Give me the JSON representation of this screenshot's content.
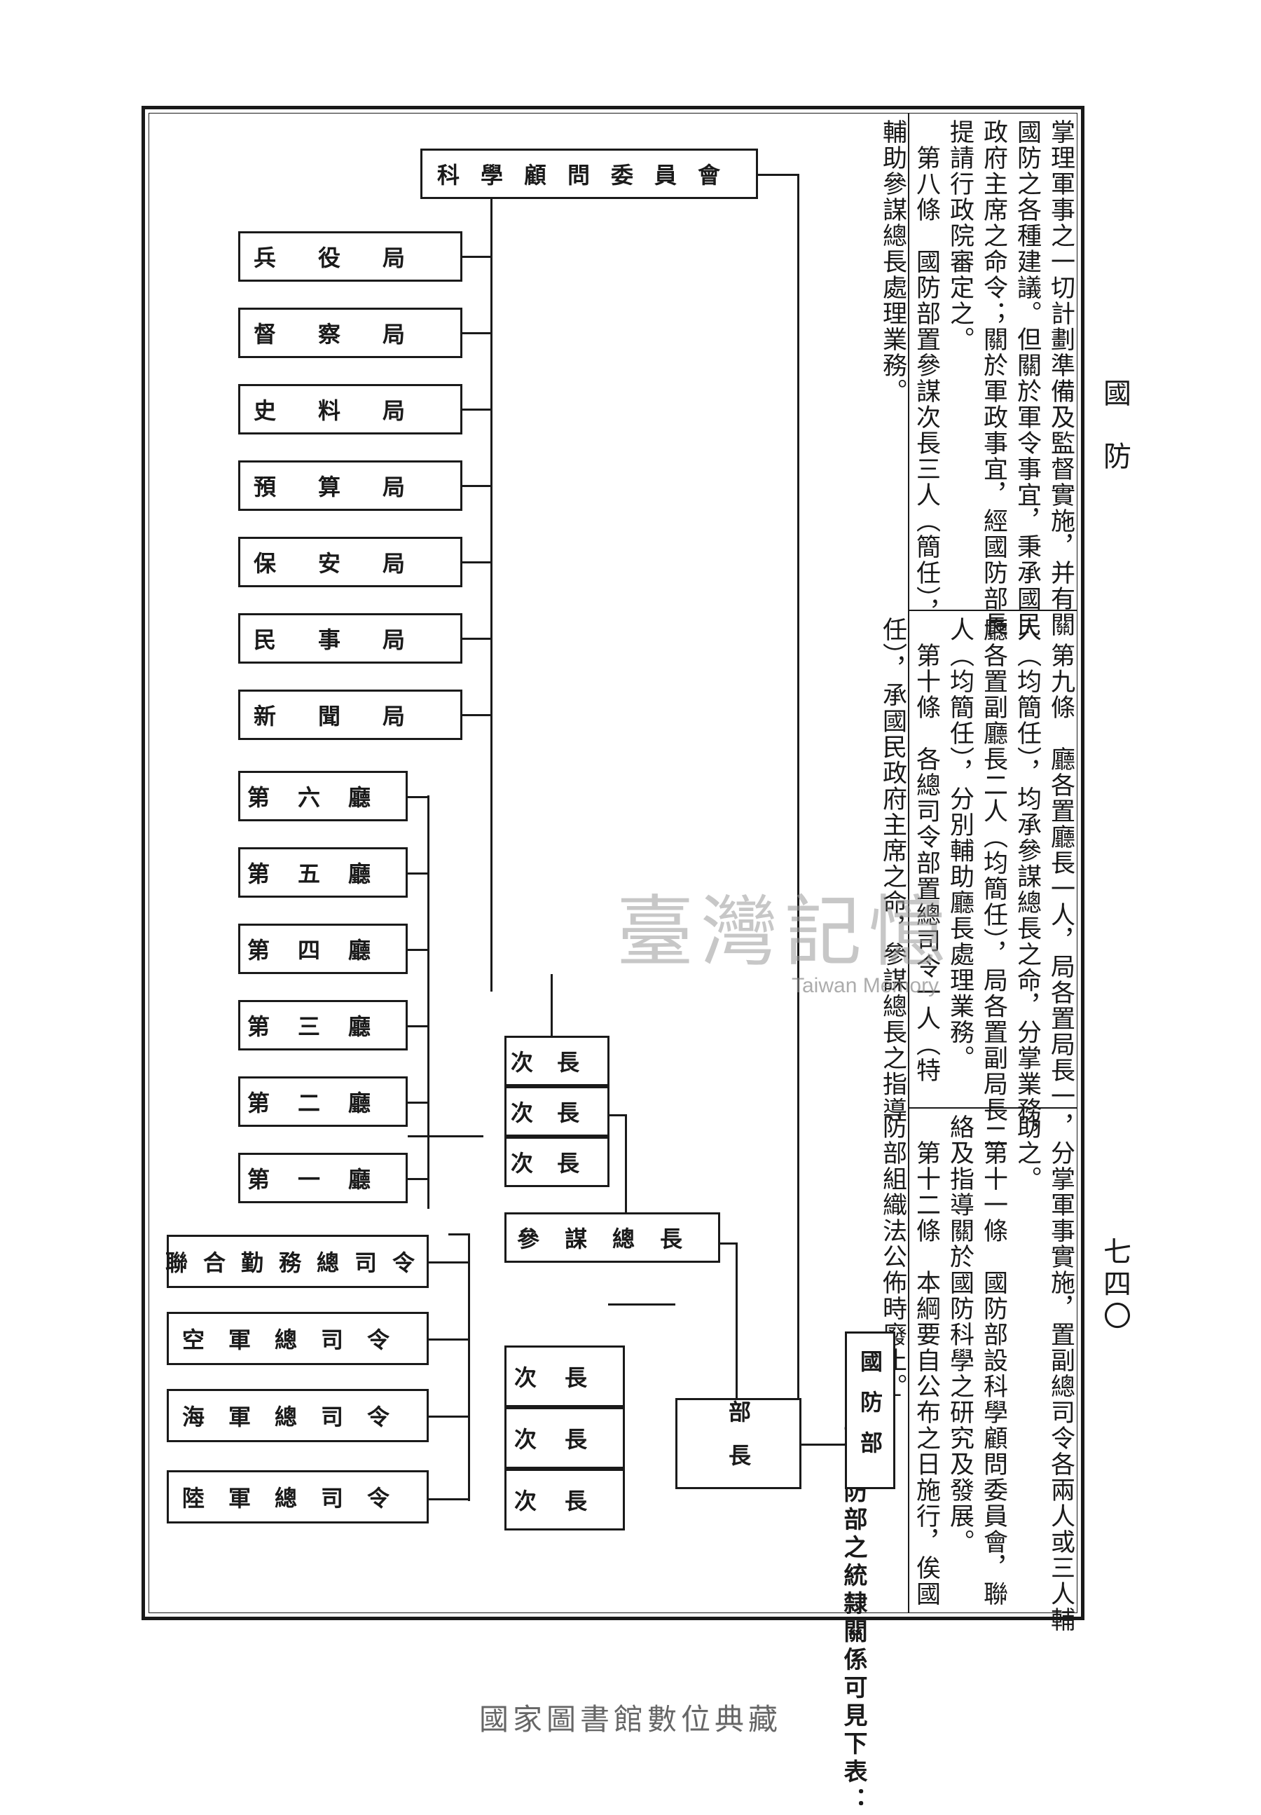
{
  "header": {
    "book_title": "國防",
    "page_number": "七四〇"
  },
  "articles": {
    "col_a": [
      "掌理軍事之一切計劃準備及監督實施，并有關",
      "國防之各種建議。但關於軍令事宜，秉承國民",
      "政府主席之命令；關於軍政事宜，經國防部長",
      "提請行政院審定之。",
      "　第八條　國防部置參謀次長三人（簡任），",
      "輔助參謀總長處理業務。"
    ],
    "col_b": [
      "　第九條　廳各置廳長一人，局各置局長一",
      "人（均簡任），均承參謀總長之命，分掌業務，",
      "廳各置副廳長二人（均簡任），局各置副局長二",
      "人（均簡任），分別輔助廳長處理業務。",
      "　第十條　各總司令部置總司令一人（特",
      "任），承國民政府主席之命，參謀總長之指導"
    ],
    "col_c": [
      "，分掌軍事實施，置副總司令各兩人或三人輔",
      "助之。",
      "　第十一條　國防部設科學顧問委員會，聯",
      "絡及指導關於國防科學之研究及發展。",
      "　第十二條　本綱要自公布之日施行，俟國",
      "防部組織法公佈時廢止。」"
    ]
  },
  "chart_caption": "關於國防部之統隸關係可見下表：",
  "org_chart": {
    "root": "國防部",
    "minister": "部長",
    "vice_ministers": [
      "次長",
      "次長"
    ],
    "chief_of_staff": "參謀總長",
    "vice_chiefs": [
      "次長",
      "次長",
      "次長"
    ],
    "science_committee": "科學顧問委員會",
    "bureaus": [
      "兵役局",
      "督察局",
      "史料局",
      "預算局",
      "保安局",
      "民事局",
      "新聞局"
    ],
    "departments": [
      "第六廳",
      "第五廳",
      "第四廳",
      "第三廳",
      "第二廳",
      "第一廳"
    ],
    "commands": [
      "聯合勤務總司令",
      "空軍總司令",
      "海軍總司令",
      "陸軍總司令"
    ]
  },
  "watermark": {
    "zh": "臺灣記憶",
    "en": "Taiwan Memory"
  },
  "footer": "國家圖書館數位典藏"
}
